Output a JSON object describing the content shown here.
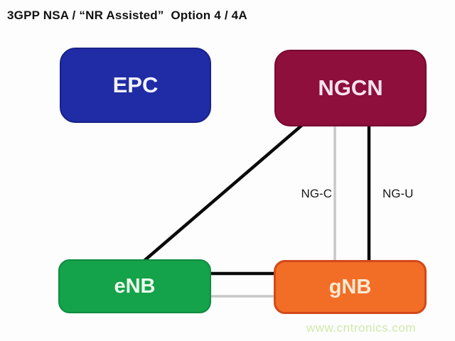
{
  "title": "3GPP NSA / “NR Assisted”  Option 4 / 4A",
  "diagram": {
    "nodes": {
      "epc": {
        "label": "EPC",
        "fill": "#1f2ca6",
        "border": "#182287"
      },
      "ngcn": {
        "label": "NGCN",
        "fill": "#8e0e3c",
        "border": "#75082f"
      },
      "enb": {
        "label": "eNB",
        "fill": "#14a24b",
        "border": "#0f8c40"
      },
      "gnb": {
        "label": "gNB",
        "fill": "#f26e27",
        "border": "#d2491a"
      }
    },
    "edges": {
      "ngcn_enb": {
        "from": "NGCN",
        "to": "eNB",
        "color": "#0a0a0a"
      },
      "ng_c": {
        "from": "NGCN",
        "to": "gNB",
        "label": "NG-C",
        "color": "#c8c8c8"
      },
      "ng_u": {
        "from": "NGCN",
        "to": "gNB",
        "label": "NG-U",
        "color": "#0a0a0a"
      },
      "enb_gnb_upper": {
        "from": "eNB",
        "to": "gNB",
        "color": "#0a0a0a"
      },
      "enb_gnb_lower": {
        "from": "eNB",
        "to": "gNB",
        "color": "#c8c8c8"
      }
    }
  },
  "watermark": {
    "text": "www.cntronics.com",
    "color": "#cfe9ab"
  }
}
